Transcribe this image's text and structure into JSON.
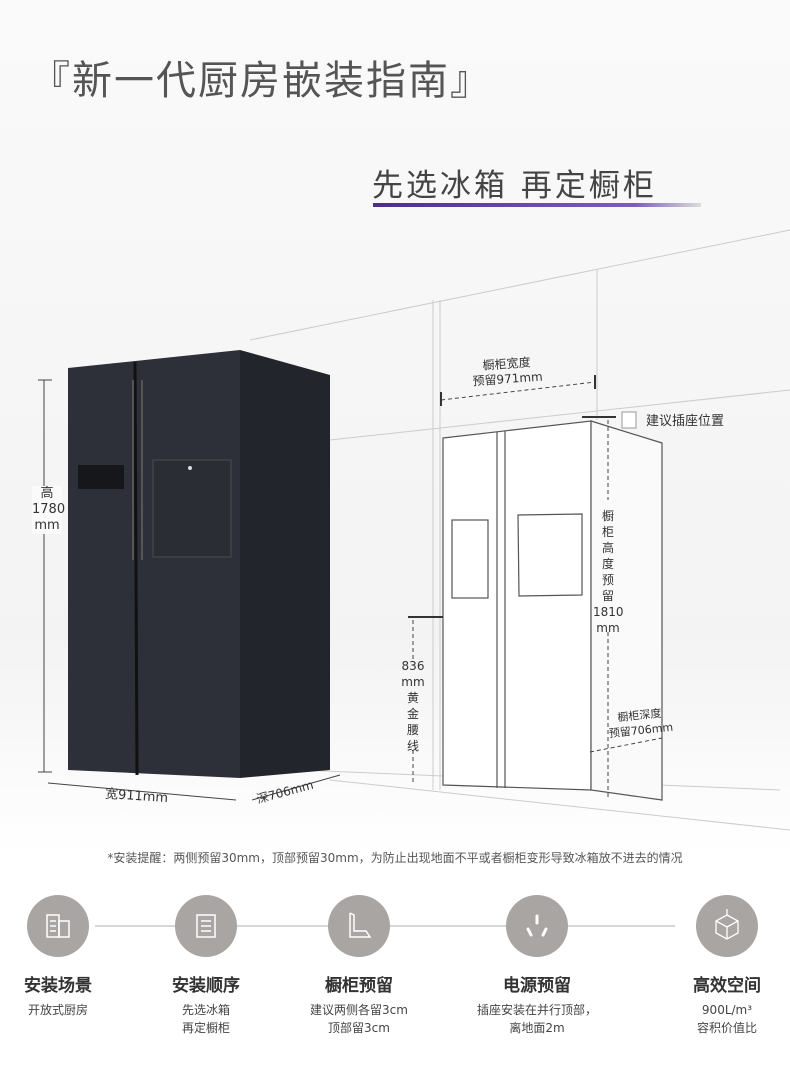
{
  "header": {
    "title": "『新一代厨房嵌装指南』",
    "subtitle": "先选冰箱 再定橱柜"
  },
  "fridge_dims": {
    "height_label": "高",
    "height_value": "1780",
    "height_unit": "mm",
    "width": "宽911mm",
    "depth": "深706mm"
  },
  "cabinet_dims": {
    "width_line1": "橱柜宽度",
    "width_line2": "预留971mm",
    "socket": "建议插座位置",
    "height_chars": [
      "橱",
      "柜",
      "高",
      "度",
      "预",
      "留"
    ],
    "height_value": "1810",
    "height_unit": "mm",
    "waist_value": "836",
    "waist_unit": "mm",
    "waist_chars": [
      "黄",
      "金",
      "腰",
      "线"
    ],
    "depth_line1": "橱柜深度",
    "depth_line2": "预留706mm"
  },
  "note": "*安装提醒：两侧预留30mm，顶部预留30mm，为防止出现地面不平或者橱柜变形导致冰箱放不进去的情况",
  "steps": [
    {
      "icon": "building-icon",
      "title": "安装场景",
      "line1": "开放式厨房",
      "line2": ""
    },
    {
      "icon": "list-icon",
      "title": "安装顺序",
      "line1": "先选冰箱",
      "line2": "再定橱柜"
    },
    {
      "icon": "cabinet-corner-icon",
      "title": "橱柜预留",
      "line1": "建议两侧各留3cm",
      "line2": "顶部留3cm"
    },
    {
      "icon": "power-socket-icon",
      "title": "电源预留",
      "line1": "插座安装在并行顶部，",
      "line2": "离地面2m"
    },
    {
      "icon": "cube-icon",
      "title": "高效空间",
      "line1": "900L/m³",
      "line2": "容积价值比"
    }
  ],
  "colors": {
    "accent": "#5b3f8c",
    "circle": "#a8a5a3",
    "fridge": "#2c2f36"
  }
}
